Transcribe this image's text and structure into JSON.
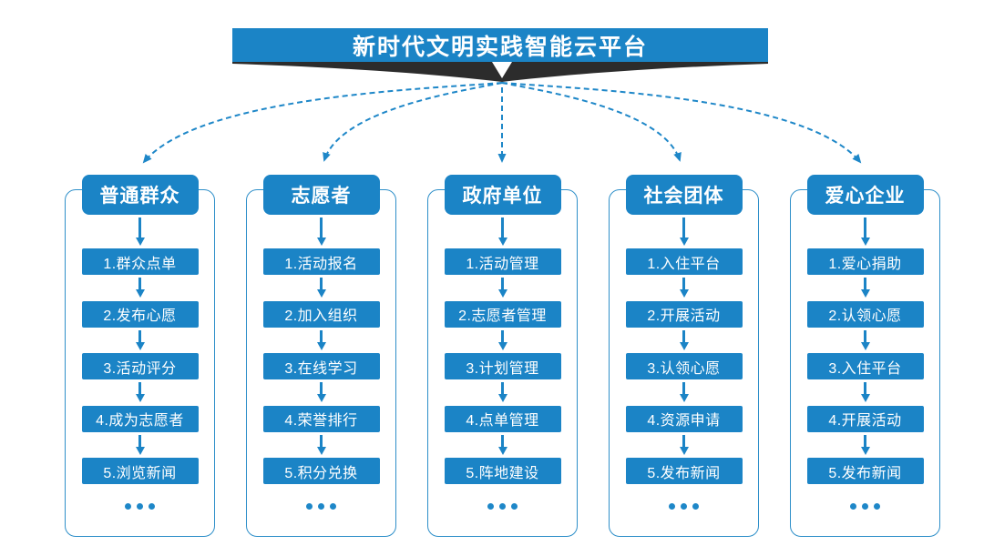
{
  "title": "新时代文明实践智能云平台",
  "ellipsis": "...",
  "colors": {
    "primary": "#1b84c6",
    "outline": "#2e8fc9",
    "connector": "#1e87c8",
    "band": "#2c2c2c",
    "text_on_primary": "#ffffff"
  },
  "columns": [
    {
      "header": "普通群众",
      "items": [
        "1.群众点单",
        "2.发布心愿",
        "3.活动评分",
        "4.成为志愿者",
        "5.浏览新闻"
      ]
    },
    {
      "header": "志愿者",
      "items": [
        "1.活动报名",
        "2.加入组织",
        "3.在线学习",
        "4.荣誉排行",
        "5.积分兑换"
      ]
    },
    {
      "header": "政府单位",
      "items": [
        "1.活动管理",
        "2.志愿者管理",
        "3.计划管理",
        "4.点单管理",
        "5.阵地建设"
      ]
    },
    {
      "header": "社会团体",
      "items": [
        "1.入住平台",
        "2.开展活动",
        "3.认领心愿",
        "4.资源申请",
        "5.发布新闻"
      ]
    },
    {
      "header": "爱心企业",
      "items": [
        "1.爱心捐助",
        "2.认领心愿",
        "3.入住平台",
        "4.开展活动",
        "5.发布新闻"
      ]
    }
  ]
}
